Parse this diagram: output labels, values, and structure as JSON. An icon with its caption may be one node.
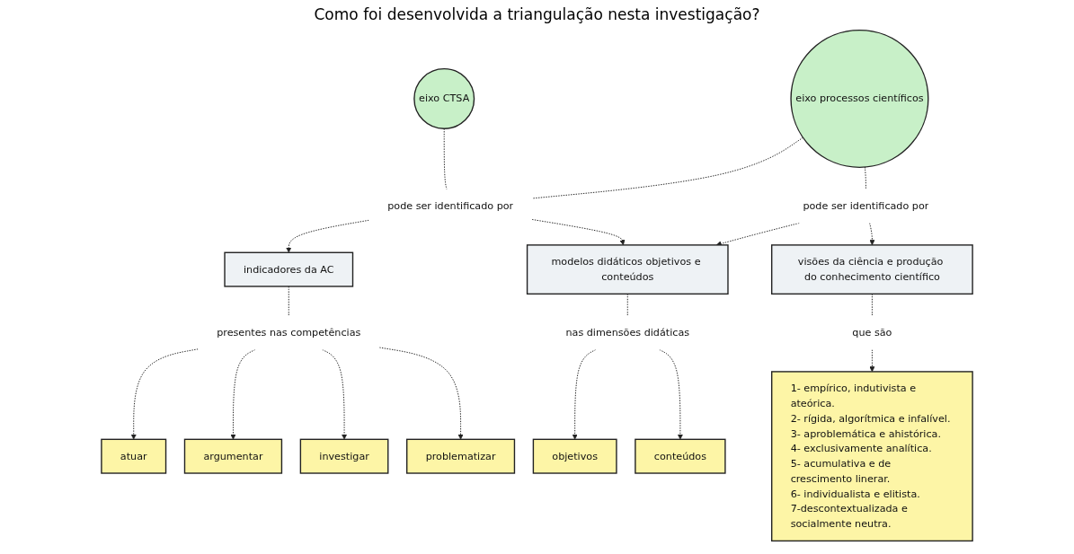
{
  "diagram": {
    "title": "Como foi desenvolvida a triangulação nesta investigação?",
    "nodes": [
      {
        "text": [
          "indicadores da AC"
        ]
      },
      {
        "text": [
          "presentes nas competências"
        ]
      },
      {
        "text": [
          "atuar"
        ]
      },
      {
        "text": [
          "argumentar"
        ]
      },
      {
        "text": [
          "investigar"
        ]
      },
      {
        "text": [
          "problematizar"
        ]
      },
      {
        "text": [
          "eixo CTSA"
        ]
      },
      {
        "text": [
          "pode ser identificado por"
        ]
      },
      {
        "text": [
          "eixo processos científicos"
        ]
      },
      {
        "text": [
          "pode ser identificado por"
        ]
      },
      {
        "text": [
          "visões da ciência e produção do conhecimento científico"
        ]
      },
      {
        "text": [
          "que são"
        ]
      },
      {
        "text": [
          "modelos didáticos objetivos e conteúdos"
        ]
      },
      {
        "text": [
          "nas dimensões didáticas"
        ]
      },
      {
        "text": [
          "objetivos"
        ]
      },
      {
        "text": [
          "conteúdos"
        ]
      },
      {
        "text": [
          "1- empírico, indutivista e ateórica.",
          "2- rígida, algorítmica e infalível.",
          "3- aproblemática e ahistórica.",
          "4- exclusivamente analítica.",
          "5- acumulativa e de crescimento linerar.",
          "6- individualista e elitista.",
          "7-descontextualizada e socialmente neutra."
        ]
      }
    ],
    "edges": [
      {
        "from": 0,
        "to": 1,
        "arrow": "none",
        "style": "dashed"
      },
      {
        "from": 1,
        "to": 2,
        "arrow": "to",
        "style": "dashed"
      },
      {
        "from": 1,
        "to": 3,
        "arrow": "to",
        "style": "dashed"
      },
      {
        "from": 1,
        "to": 4,
        "arrow": "to",
        "style": "dashed"
      },
      {
        "from": 1,
        "to": 5,
        "arrow": "to",
        "style": "dashed"
      },
      {
        "from": 6,
        "to": 7,
        "arrow": "none",
        "style": "dashed"
      },
      {
        "from": 8,
        "to": 7,
        "arrow": "none",
        "style": "dashed"
      },
      {
        "from": 7,
        "to": 0,
        "arrow": "to",
        "style": "dashed"
      },
      {
        "from": 7,
        "to": 12,
        "arrow": "to",
        "style": "dashed"
      },
      {
        "from": 8,
        "to": 9,
        "arrow": "none",
        "style": "dashed"
      },
      {
        "from": 9,
        "to": 10,
        "arrow": "to",
        "style": "dashed"
      },
      {
        "from": 9,
        "to": 12,
        "arrow": "to",
        "style": "dashed"
      },
      {
        "from": 10,
        "to": 11,
        "arrow": "none",
        "style": "dashed"
      },
      {
        "from": 11,
        "to": 16,
        "arrow": "to",
        "style": "dashed"
      },
      {
        "from": 12,
        "to": 13,
        "arrow": "none",
        "style": "dashed"
      },
      {
        "from": 13,
        "to": 14,
        "arrow": "to",
        "style": "dashed"
      },
      {
        "from": 13,
        "to": 15,
        "arrow": "to",
        "style": "dashed"
      }
    ]
  }
}
